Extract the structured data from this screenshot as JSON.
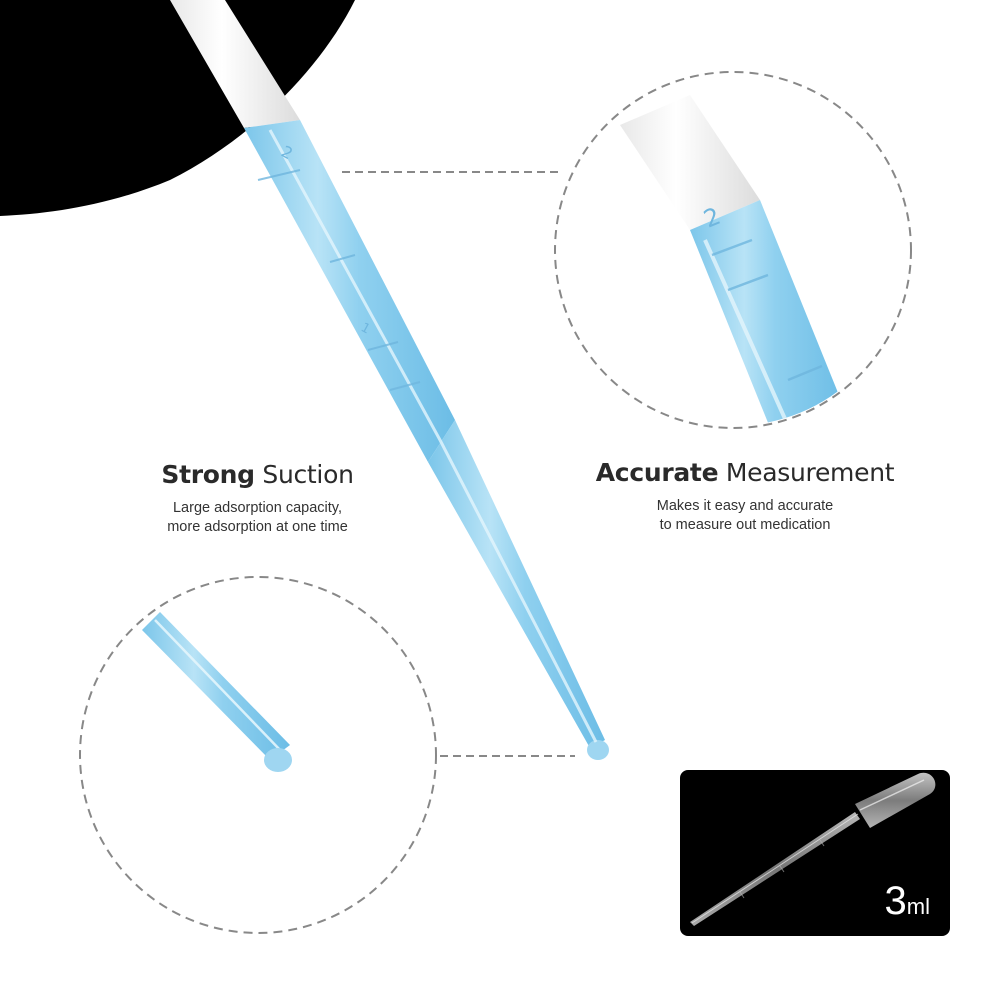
{
  "colors": {
    "background": "#ffffff",
    "dark_shape": "#000000",
    "liquid_blue": "#8fd0ef",
    "liquid_blue_light": "#bfe5f6",
    "dashed_line": "#888888",
    "text": "#2a2a2a"
  },
  "features": [
    {
      "title_bold": "Strong",
      "title_light": "Suction",
      "desc_line1": "Large adsorption capacity,",
      "desc_line2": "more adsorption at one time"
    },
    {
      "title_bold": "Accurate",
      "title_light": "Measurement",
      "desc_line1": "Makes it easy and accurate",
      "desc_line2": "to measure out medication"
    }
  ],
  "inset": {
    "capacity_number": "3",
    "capacity_unit": "ml"
  },
  "icons": {
    "main_pipette": "pipette-illustration",
    "zoom_circle_top": "magnified-graduation-marks",
    "zoom_circle_bottom": "magnified-tip",
    "inset_pipette": "transfer-pipette-product"
  }
}
